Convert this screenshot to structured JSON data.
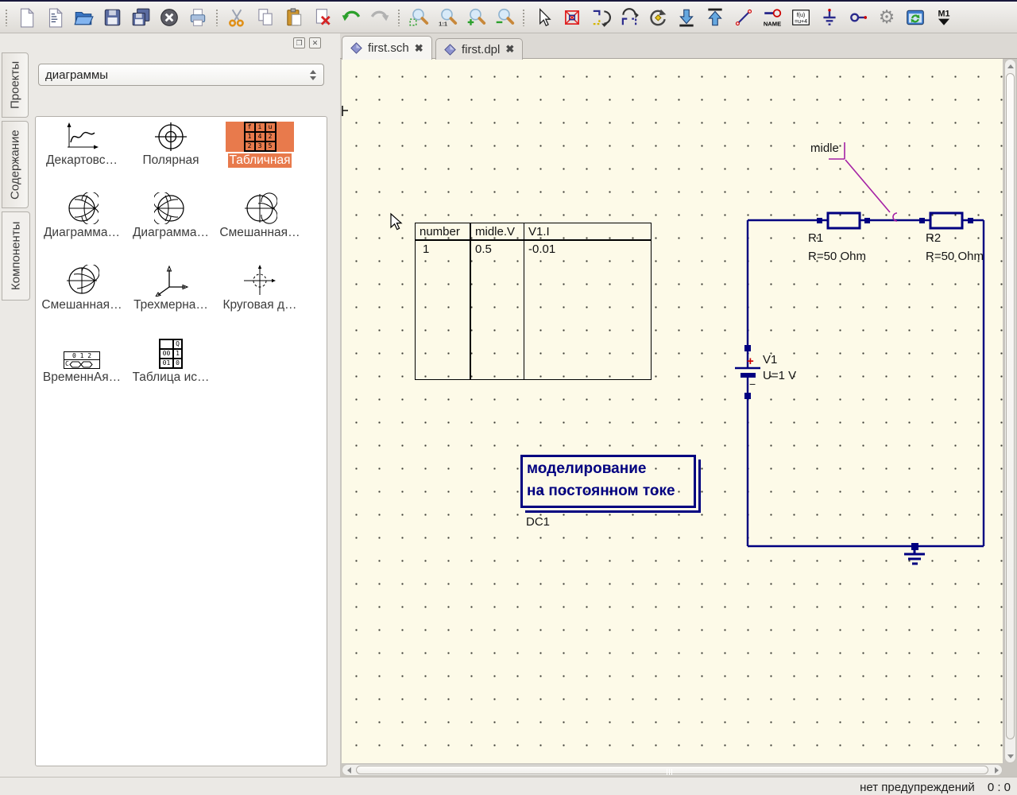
{
  "toolbar": {
    "icons": [
      "new-document",
      "new-text-document",
      "open-file",
      "save",
      "save-all",
      "close-document",
      "print",
      "cut",
      "copy",
      "paste",
      "delete",
      "undo",
      "redo",
      "zoom-fit",
      "zoom-1-1",
      "zoom-in",
      "zoom-out",
      "select-pointer",
      "delete-component",
      "mirror-about-x-axis",
      "mirror-about-y-axis",
      "rotate",
      "push-into-subcircuit",
      "pop-out",
      "insert-wire",
      "insert-wire-label",
      "insert-equation",
      "insert-ground",
      "insert-port",
      "tune-gear",
      "simulation-display",
      "set-marker"
    ],
    "text_glyphs": {
      "name_label": "NAME",
      "equation_line1": "f(u)",
      "equation_line2": "=u+4",
      "marker_label": "M1"
    }
  },
  "dock": {
    "float_glyph": "❐",
    "close_glyph": "✕",
    "tabs": [
      {
        "label": "Проекты",
        "active": false
      },
      {
        "label": "Содержание",
        "active": false
      },
      {
        "label": "Компоненты",
        "active": true
      }
    ],
    "category_select": {
      "value": "диаграммы"
    },
    "items": [
      {
        "label": "Декартовс…"
      },
      {
        "label": "Полярная"
      },
      {
        "label": "Табличная",
        "selected": true
      },
      {
        "label": "Диаграмма…"
      },
      {
        "label": "Диаграмма…"
      },
      {
        "label": "Смешанная…"
      },
      {
        "label": "Смешанная…"
      },
      {
        "label": "Трехмерна…"
      },
      {
        "label": "Круговая д…"
      },
      {
        "label": "ВременнАя…"
      },
      {
        "label": "Таблица ис…"
      }
    ],
    "tabular_icon_cells": [
      "f",
      "i",
      "u",
      "1",
      "4",
      "2",
      "2",
      "3",
      "5"
    ],
    "truth_icon": {
      "h0": "",
      "h1": "Q",
      "c00": "00",
      "c01": "1",
      "c10": "01",
      "c11": "0"
    },
    "timing_icon": {
      "header": "0 1 2",
      "row_label": "C"
    }
  },
  "editor": {
    "tabs": [
      {
        "label": "first.sch",
        "active": true
      },
      {
        "label": "first.dpl",
        "active": false
      }
    ],
    "tab_close_glyph": "✖"
  },
  "schematic": {
    "table": {
      "headers": [
        "number",
        "midle.V",
        "V1.I"
      ],
      "rows": [
        [
          "1",
          "0.5",
          "-0.01"
        ]
      ]
    },
    "wire_label": "midle",
    "r1": {
      "name": "R1",
      "value": "R=50 Ohm"
    },
    "r2": {
      "name": "R2",
      "value": "R=50 Ohm"
    },
    "v1": {
      "name": "V1",
      "value": "U=1 V",
      "plus": "+",
      "minus": "−"
    },
    "dc": {
      "name": "DC1",
      "line1": "моделирование",
      "line2": "на постоянном токе"
    }
  },
  "status_bar": {
    "message": "нет предупреждений",
    "position": "0 : 0"
  },
  "colors": {
    "canvas_bg": "#fdfae8",
    "wire": "#000080",
    "selection": "#e87a4c",
    "label_line": "#a521a5",
    "grid_dot": "#3c3c34",
    "battery_plus": "#cc0000"
  }
}
